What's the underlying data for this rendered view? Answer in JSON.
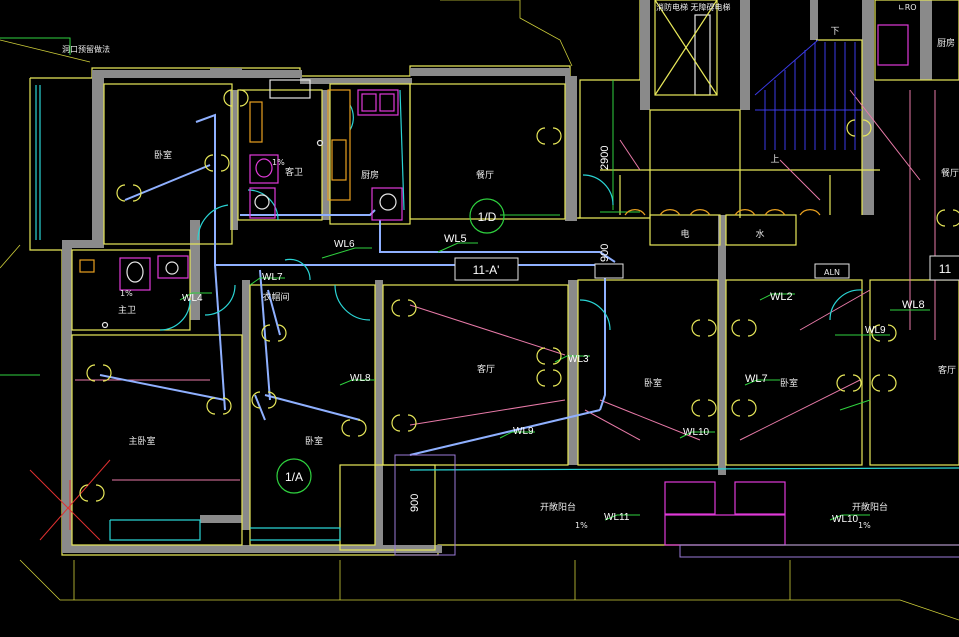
{
  "rooms": {
    "bedroom_nw": "卧室",
    "guest_bath": "客卫",
    "kitchen": "厨房",
    "dining": "餐厅",
    "master_bath": "主卫",
    "closet": "衣帽间",
    "living": "客厅",
    "master_bedroom": "主卧室",
    "bedroom_s": "卧室",
    "bedroom_mid": "卧室",
    "bedroom_right": "卧室",
    "open_balcony_left": "开敞阳台",
    "open_balcony_right": "开敞阳台",
    "dining_right": "餐厅",
    "living_right": "客厅",
    "kitchen_right": "厨房"
  },
  "pipes": {
    "wl5": "WL5",
    "wl6": "WL6",
    "wl7": "WL7",
    "wl4": "WL4",
    "wl8": "WL8",
    "wl3": "WL3",
    "wl9": "WL9",
    "wl10": "WL10",
    "wl11": "WL11",
    "wl2": "WL2",
    "wl7_right": "WL7",
    "wl8_right": "WL8",
    "wl9_right": "WL9",
    "wl10_right": "WL10"
  },
  "labels": {
    "tag_1d": "1/D",
    "tag_1a": "1/A",
    "grid_11a": "11-A'",
    "grid_11_right": "11",
    "al_box": "ALN",
    "elec": "电",
    "water": "水",
    "up": "上",
    "down": "下",
    "slope_guest": "1%",
    "slope_master": "1%",
    "slope_balcony_l": "1%",
    "slope_balcony_r": "1%",
    "elevator_note": "消防电梯 无障碍电梯",
    "hole_note": "洞口预留做法",
    "corner_note": "∟RO"
  },
  "dimensions": {
    "d2900": "2900",
    "d900_top": "900",
    "d900_bottom": "900"
  },
  "colors": {
    "background": "#000000",
    "wall": "#8a8a8a",
    "outline": "#e8e85a",
    "pipe": "#8fb0ff",
    "fixture": "#e03ad8",
    "door": "#2ad4d4"
  }
}
